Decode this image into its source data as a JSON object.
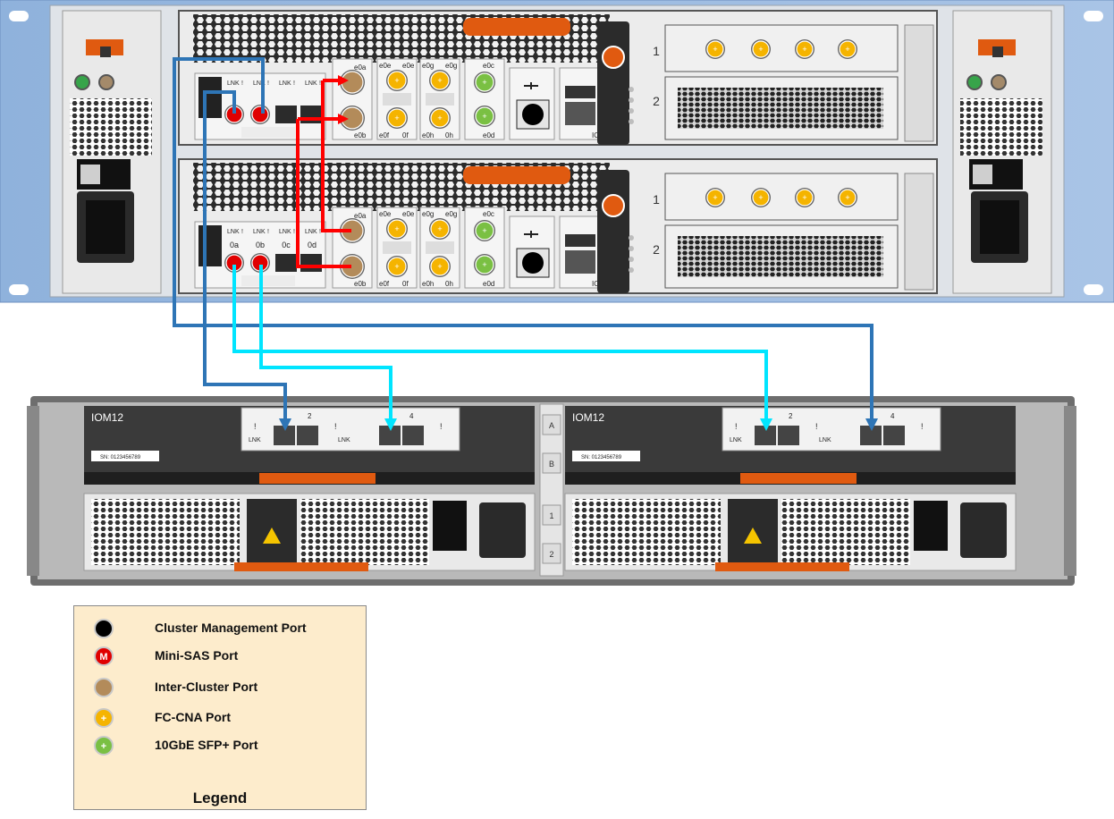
{
  "controller": {
    "port_labels": {
      "sas": [
        "0a",
        "0b",
        "0c",
        "0d"
      ],
      "lnk": "LNK",
      "alert": "!",
      "top_row": [
        "e0a",
        "e0e",
        "e0e",
        "e0g",
        "e0g",
        "e0c"
      ],
      "bottom_row": [
        "e0b",
        "e0f",
        "0f",
        "e0h",
        "0h",
        "e0d"
      ],
      "slot_numbers": [
        "1",
        "2"
      ],
      "console_label": "IOIOI"
    }
  },
  "shelf": {
    "modules": [
      {
        "name": "IOM12",
        "port_groups": [
          "2",
          "4"
        ],
        "serial": "SN: 0123456789"
      },
      {
        "name": "IOM12",
        "port_groups": [
          "2",
          "4"
        ],
        "serial": "SN: 0123456789"
      }
    ],
    "center_labels": [
      "A",
      "B",
      "1",
      "2"
    ],
    "link_label": "LNK",
    "alert": "!"
  },
  "cables": {
    "colors": {
      "sas_dark": "#2e75b6",
      "sas_light": "#00e5ff",
      "inter_cluster": "#ff0000"
    }
  },
  "legend": {
    "title": "Legend",
    "items": [
      {
        "label": "Cluster Management Port",
        "color": "#000000",
        "symbol": ""
      },
      {
        "label": "Mini-SAS Port",
        "color": "#e00000",
        "symbol": "M"
      },
      {
        "label": "Inter-Cluster Port",
        "color": "#b38b5a",
        "symbol": ""
      },
      {
        "label": "FC-CNA Port",
        "color": "#f5b400",
        "symbol": "+"
      },
      {
        "label": "10GbE SFP+ Port",
        "color": "#7ac043",
        "symbol": "+"
      }
    ]
  }
}
